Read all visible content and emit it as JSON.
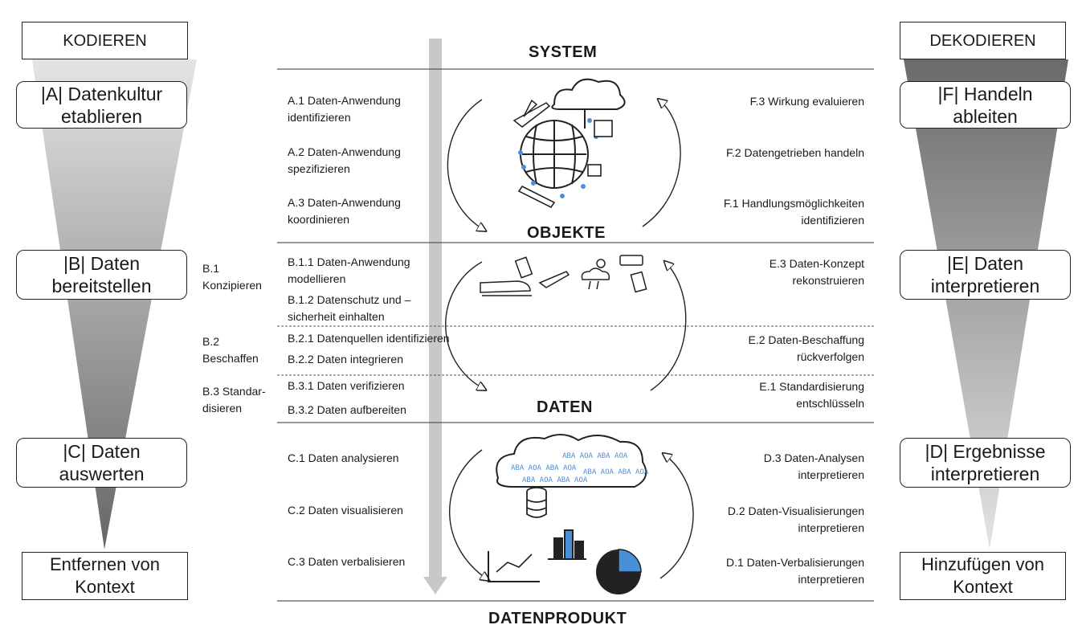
{
  "left": {
    "header": "KODIEREN",
    "phases": [
      {
        "label": "|A| Datenkultur\netablieren"
      },
      {
        "label": "|B| Daten\nbereitstellen"
      },
      {
        "label": "|C| Daten\nauswerten"
      }
    ],
    "footer": "Entfernen von\nKontext"
  },
  "right": {
    "header": "DEKODIEREN",
    "phases": [
      {
        "label": "|F| Handeln\nableiten"
      },
      {
        "label": "|E| Daten\ninterpretieren"
      },
      {
        "label": "|D| Ergebnisse\ninterpretieren"
      }
    ],
    "footer": "Hinzufügen von\nKontext"
  },
  "levels": {
    "system": "SYSTEM",
    "objekte": "OBJEKTE",
    "daten": "DATEN",
    "datenprodukt": "DATENPRODUKT"
  },
  "sub_phases": {
    "b1": "B.1\nKonzipieren",
    "b2": "B.2\nBeschaffen",
    "b3": "B.3 Standar-\ndisieren"
  },
  "left_steps": {
    "a1": "A.1 Daten-Anwendung\nidentifizieren",
    "a2": "A.2 Daten-Anwendung\nspezifizieren",
    "a3": "A.3 Daten-Anwendung\nkoordinieren",
    "b11": "B.1.1 Daten-Anwendung\nmodellieren",
    "b12": "B.1.2 Datenschutz und –\nsicherheit einhalten",
    "b21": "B.2.1 Datenquellen identifizieren",
    "b22": "B.2.2 Daten integrieren",
    "b31": "B.3.1 Daten verifizieren",
    "b32": "B.3.2 Daten aufbereiten",
    "c1": "C.1 Daten analysieren",
    "c2": "C.2 Daten visualisieren",
    "c3": "C.3 Daten verbalisieren"
  },
  "right_steps": {
    "f3": "F.3 Wirkung evaluieren",
    "f2": "F.2 Datengetrieben handeln",
    "f1": "F.1 Handlungsmöglichkeiten\nidentifizieren",
    "e3": "E.3 Daten-Konzept\nrekonstruieren",
    "e2": "E.2 Daten-Beschaffung\nrückverfolgen",
    "e1": "E.1 Standardisierung\nentschlüsseln",
    "d3": "D.3 Daten-Analysen\ninterpretieren",
    "d2": "D.2 Daten-Visualisierungen\ninterpretieren",
    "d1": "D.1 Daten-Verbalisierungen\ninterpretieren"
  },
  "cloud_text": "ABA AOA ABA AOA",
  "colors": {
    "accent_blue": "#4a90d9",
    "arrow_gray": "#c8c8c8",
    "funnel_dark": "#6e6e6e",
    "funnel_light": "#e2e2e2"
  },
  "icons": [
    "globe-icon",
    "cloud-icon",
    "plane-icon",
    "train-icon",
    "weather-icon",
    "database-icon",
    "line-chart-icon",
    "bar-chart-icon",
    "pie-chart-icon"
  ]
}
